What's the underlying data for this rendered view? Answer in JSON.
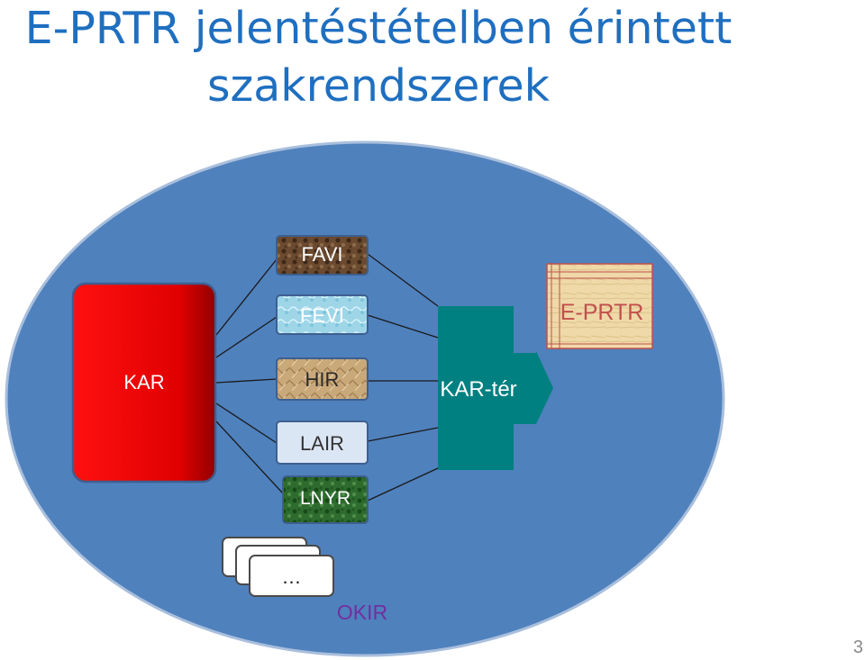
{
  "title": "E-PRTR jelentéstételben érintett szakrendszerek",
  "systems": {
    "kar": "KAR",
    "favi": "FAVI",
    "fevi": "FEVI",
    "hir": "HIR",
    "lair": "LAIR",
    "lnyr": "LNYR",
    "kar_ter": "KAR-tér",
    "eprtr": "E-PRTR",
    "more": "…",
    "okir": "OKIR"
  },
  "page_number": "3",
  "colors": {
    "title": "#1f6fc0",
    "ellipse": "#4f81bd",
    "kar_box": "#e00000",
    "kar_ter_box": "#008080",
    "okir_text": "#7030a0",
    "eprtr_text": "#c0504d"
  }
}
